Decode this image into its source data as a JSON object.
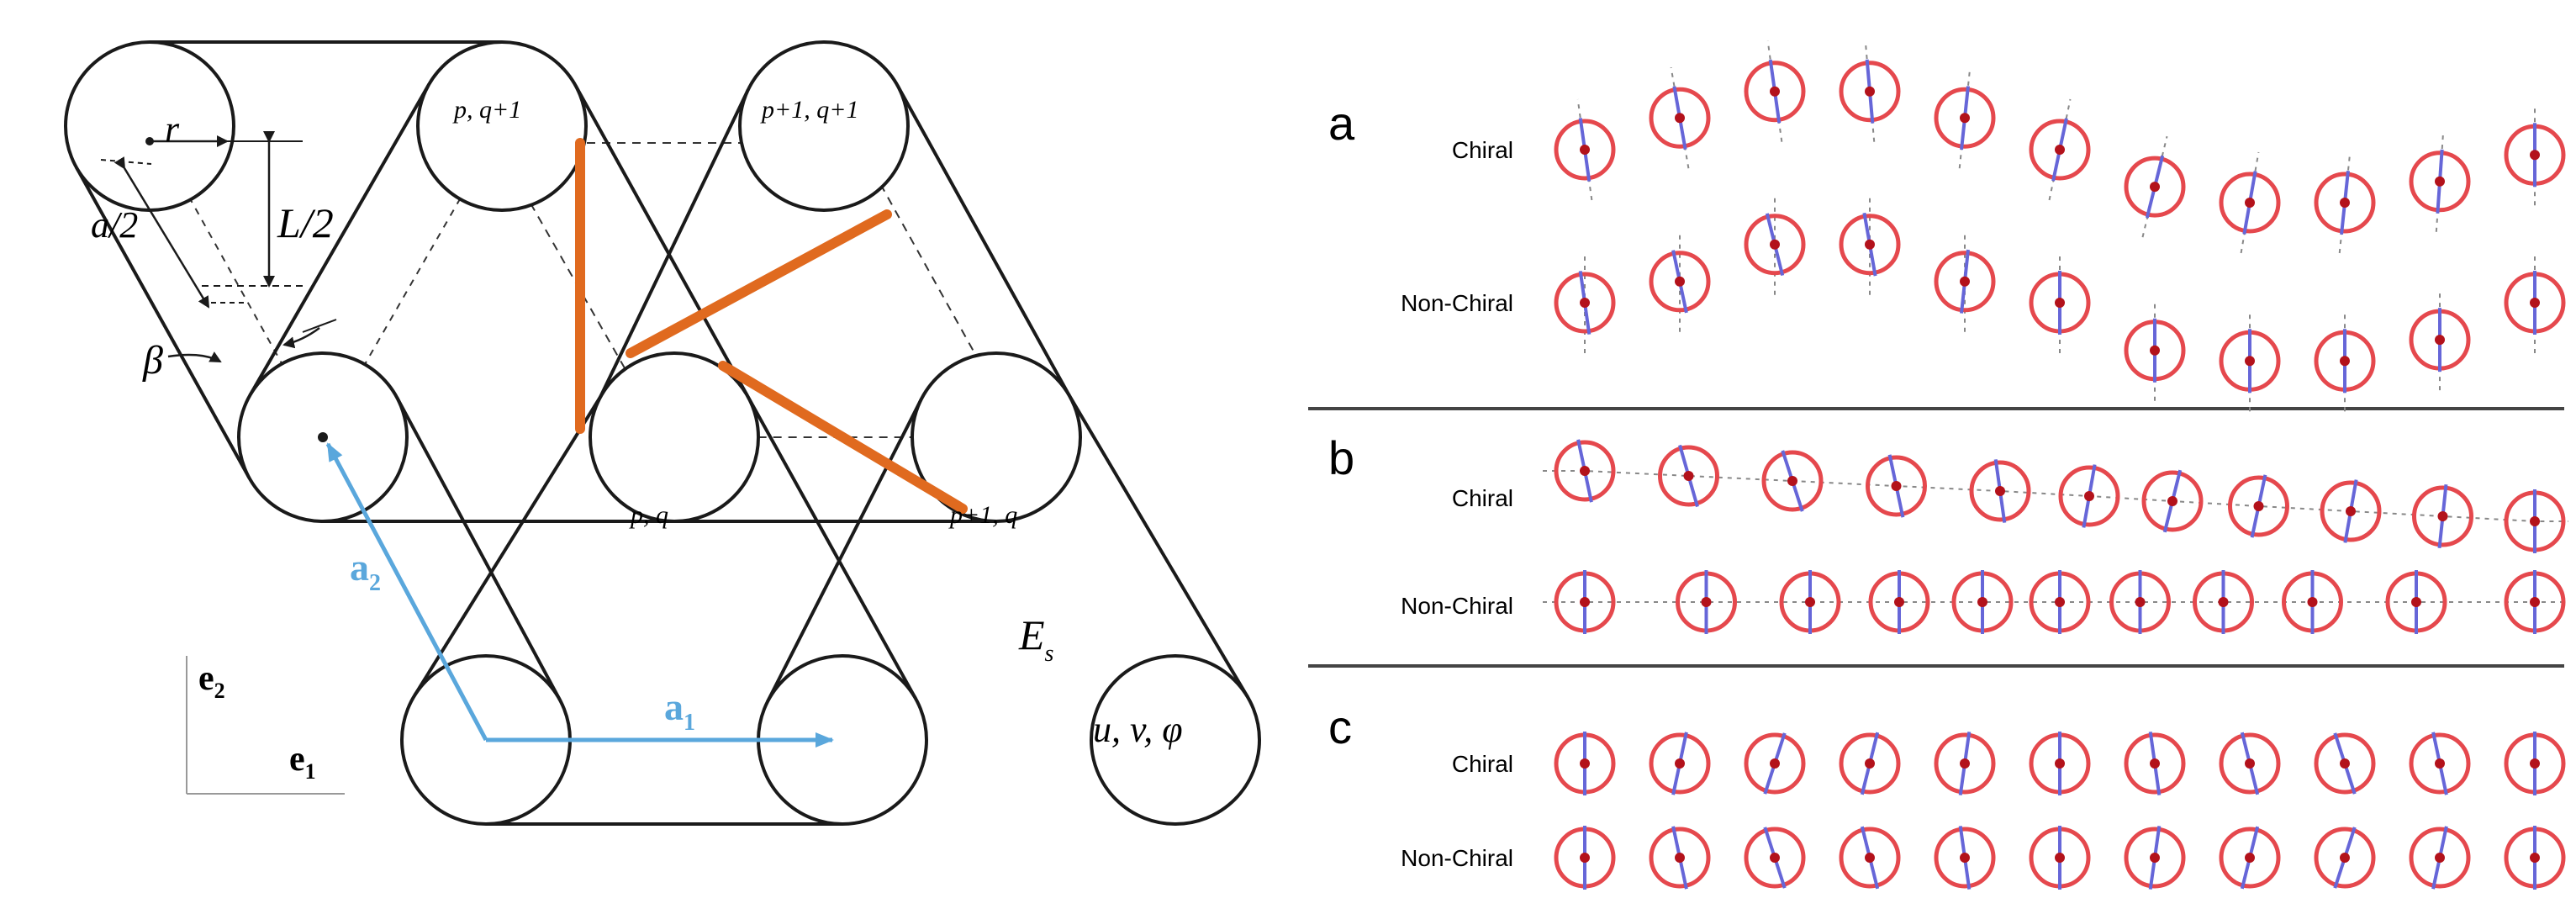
{
  "left_panel": {
    "labels": {
      "r": "r",
      "a_half": "a/2",
      "L_half": "L/2",
      "beta": "β",
      "node_pq1": "p, q+1",
      "node_p1q1": "p+1, q+1",
      "node_pq": "p, q",
      "node_p1q": "p+1, q",
      "Es": "E",
      "Es_sub": "s",
      "uvphi": "u, v, φ",
      "a1": "a",
      "a1_sub": "1",
      "a2": "a",
      "a2_sub": "2",
      "e1": "e",
      "e1_sub": "1",
      "e2": "e",
      "e2_sub": "2"
    },
    "colors": {
      "ligament": "#e06a1f",
      "lattice_vector": "#5aa7dc",
      "line": "#1a1a1a"
    }
  },
  "right_panel": {
    "colors": {
      "ring": "#e5484d",
      "rod": "#6666d8",
      "dot": "#b3121b",
      "guide": "#888888"
    },
    "rows_count_per_panel": 11,
    "panels": [
      {
        "letter": "a",
        "rows": [
          {
            "label": "Chiral",
            "y_offsets": [
              0,
              -0.3,
              -0.55,
              -0.55,
              -0.3,
              0,
              0.35,
              0.5,
              0.5,
              0.3,
              0.05
            ],
            "rotations": [
              -8,
              -10,
              -8,
              -5,
              6,
              12,
              14,
              10,
              6,
              4,
              0
            ],
            "guides": "tilted"
          },
          {
            "label": "Non-Chiral",
            "y_offsets": [
              0,
              -0.2,
              -0.55,
              -0.55,
              -0.2,
              0,
              0.45,
              0.55,
              0.55,
              0.35,
              0.0
            ],
            "rotations": [
              -8,
              -12,
              -14,
              -10,
              6,
              0,
              0,
              0,
              0,
              0,
              0
            ],
            "guides": "vertical"
          }
        ]
      },
      {
        "letter": "b",
        "rows": [
          {
            "label": "Chiral",
            "x_offsets": [
              0,
              0.15,
              0.3,
              0.45,
              0.6,
              0.5,
              0.3,
              0.15,
              0.1,
              0.05,
              0
            ],
            "rotations": [
              -12,
              -16,
              -18,
              -12,
              -8,
              10,
              14,
              12,
              10,
              6,
              0
            ],
            "guides": "sloped"
          },
          {
            "label": "Non-Chiral",
            "x_offsets": [
              0,
              0.45,
              0.6,
              0.5,
              0.3,
              0,
              -0.25,
              -0.45,
              -0.55,
              -0.4,
              0
            ],
            "rotations": [
              0,
              0,
              0,
              0,
              0,
              0,
              0,
              0,
              0,
              0,
              0
            ],
            "guides": "horizontal"
          }
        ]
      },
      {
        "letter": "c",
        "rows": [
          {
            "label": "Chiral",
            "rotations": [
              0,
              12,
              18,
              14,
              8,
              0,
              -8,
              -14,
              -18,
              -12,
              0
            ],
            "guides": "none"
          },
          {
            "label": "Non-Chiral",
            "rotations": [
              0,
              -12,
              -18,
              -14,
              -8,
              0,
              8,
              14,
              18,
              12,
              0
            ],
            "guides": "none"
          }
        ]
      }
    ]
  }
}
